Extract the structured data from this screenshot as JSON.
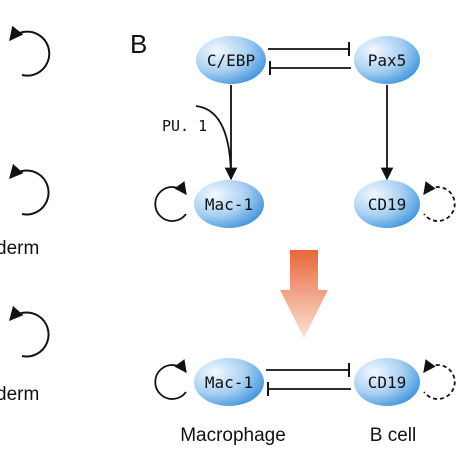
{
  "panel_label": "B",
  "left_fragments": {
    "derm_1": "derm",
    "derm_2": "derm"
  },
  "nodes": {
    "cebp": "C/EBP",
    "pax5": "Pax5",
    "mac1_top": "Mac-1",
    "cd19_top": "CD19",
    "mac1_bottom": "Mac-1",
    "cd19_bottom": "CD19"
  },
  "edge_labels": {
    "pu1": "PU. 1"
  },
  "cell_labels": {
    "macrophage": "Macrophage",
    "b_cell": "B cell"
  },
  "colors": {
    "node_fill_light": "#f2f8fe",
    "node_fill_dark": "#3d93dc",
    "arrow_top": "#e8663a",
    "arrow_bottom": "#fbe3d6",
    "line": "#111111"
  }
}
